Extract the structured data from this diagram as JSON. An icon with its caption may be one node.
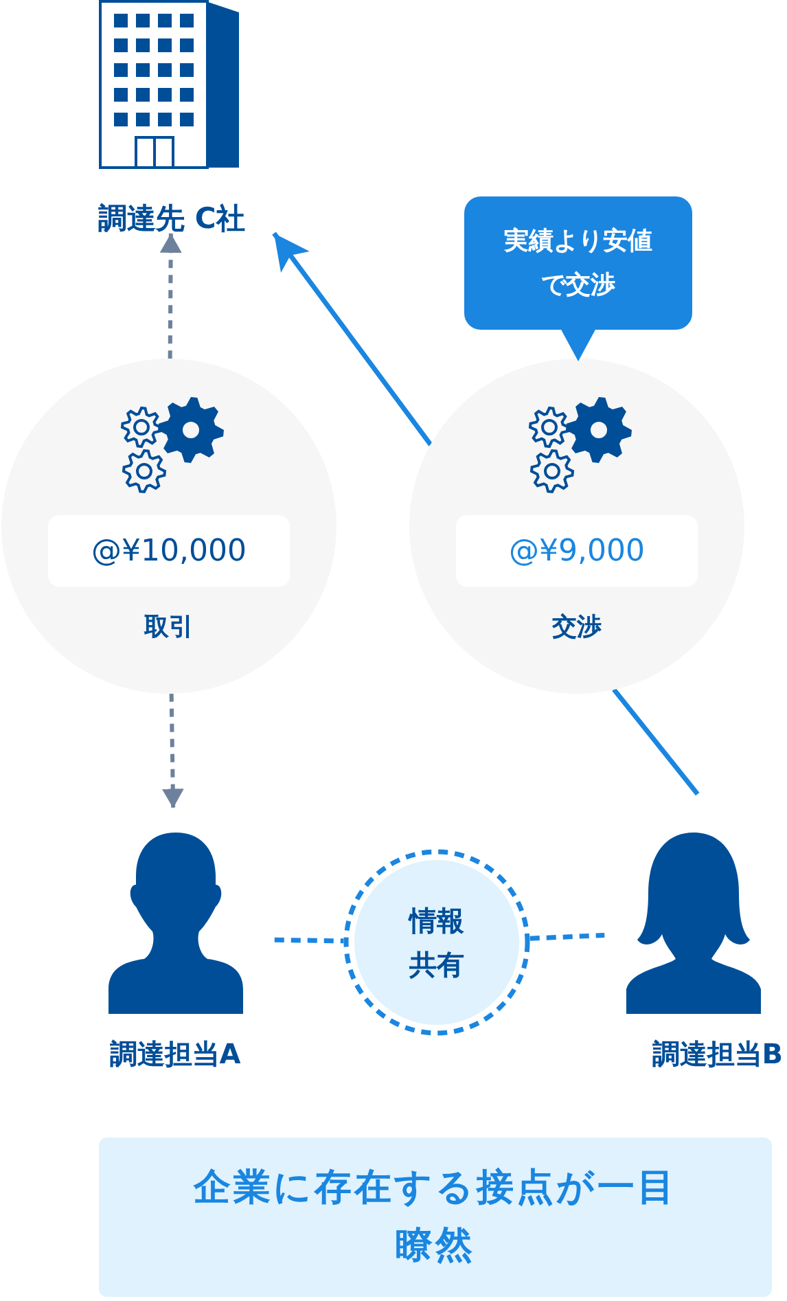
{
  "diagram": {
    "nodes": [
      {
        "text": [
          "調達先 C社"
        ]
      },
      {
        "text": [
          "@¥10,000",
          "取引"
        ]
      },
      {
        "text": [
          "@¥9,000",
          "交渉"
        ]
      },
      {
        "text": [
          "実績より安値で交渉"
        ]
      },
      {
        "text": [
          "調達担当A"
        ]
      },
      {
        "text": [
          "調達担当B"
        ]
      },
      {
        "text": [
          "情報共有"
        ]
      },
      {
        "text": [
          "企業に存在する接点が一目瞭然"
        ]
      }
    ],
    "edges": [
      {
        "from": 1,
        "to": 0,
        "arrow": "to",
        "style": "dashed",
        "color": "#6e819c"
      },
      {
        "from": 1,
        "to": 4,
        "arrow": "to",
        "style": "dashed",
        "color": "#6e819c"
      },
      {
        "from": 5,
        "to": 2,
        "arrow": "none"
      },
      {
        "from": 2,
        "to": 0,
        "arrow": "to"
      },
      {
        "from": 4,
        "to": 6,
        "arrow": "none",
        "style": "dashed"
      },
      {
        "from": 6,
        "to": 5,
        "arrow": "none",
        "style": "dashed"
      }
    ]
  }
}
